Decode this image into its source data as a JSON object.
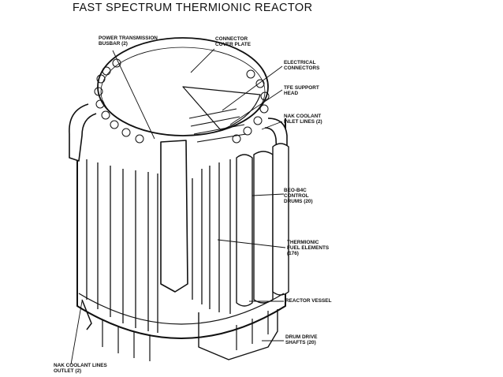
{
  "title": "FAST SPECTRUM THERMIONIC REACTOR",
  "labels": {
    "power_busbar": "POWER TRANSMISSION\nBUSBAR (2)",
    "connector_cover": "CONNECTOR\nCOVER PLATE",
    "electrical_connectors": "ELECTRICAL\nCONNECTORS",
    "tfe_support": "TFE SUPPORT\nHEAD",
    "nak_inlet": "NaK COOLANT\nINLET LINES (2)",
    "control_drums": "BeO-B4C\nCONTROL\nDRUMS (20)",
    "fuel_elements": "THERMIONIC\nFUEL ELEMENTS\n(176)",
    "reactor_vessel": "REACTOR VESSEL",
    "drum_drive": "DRUM DRIVE\nSHAFTS (20)",
    "nak_outlet": "NaK COOLANT LINES\nOUTLET (2)"
  },
  "colors": {
    "ink": "#111111",
    "paper": "#ffffff"
  }
}
